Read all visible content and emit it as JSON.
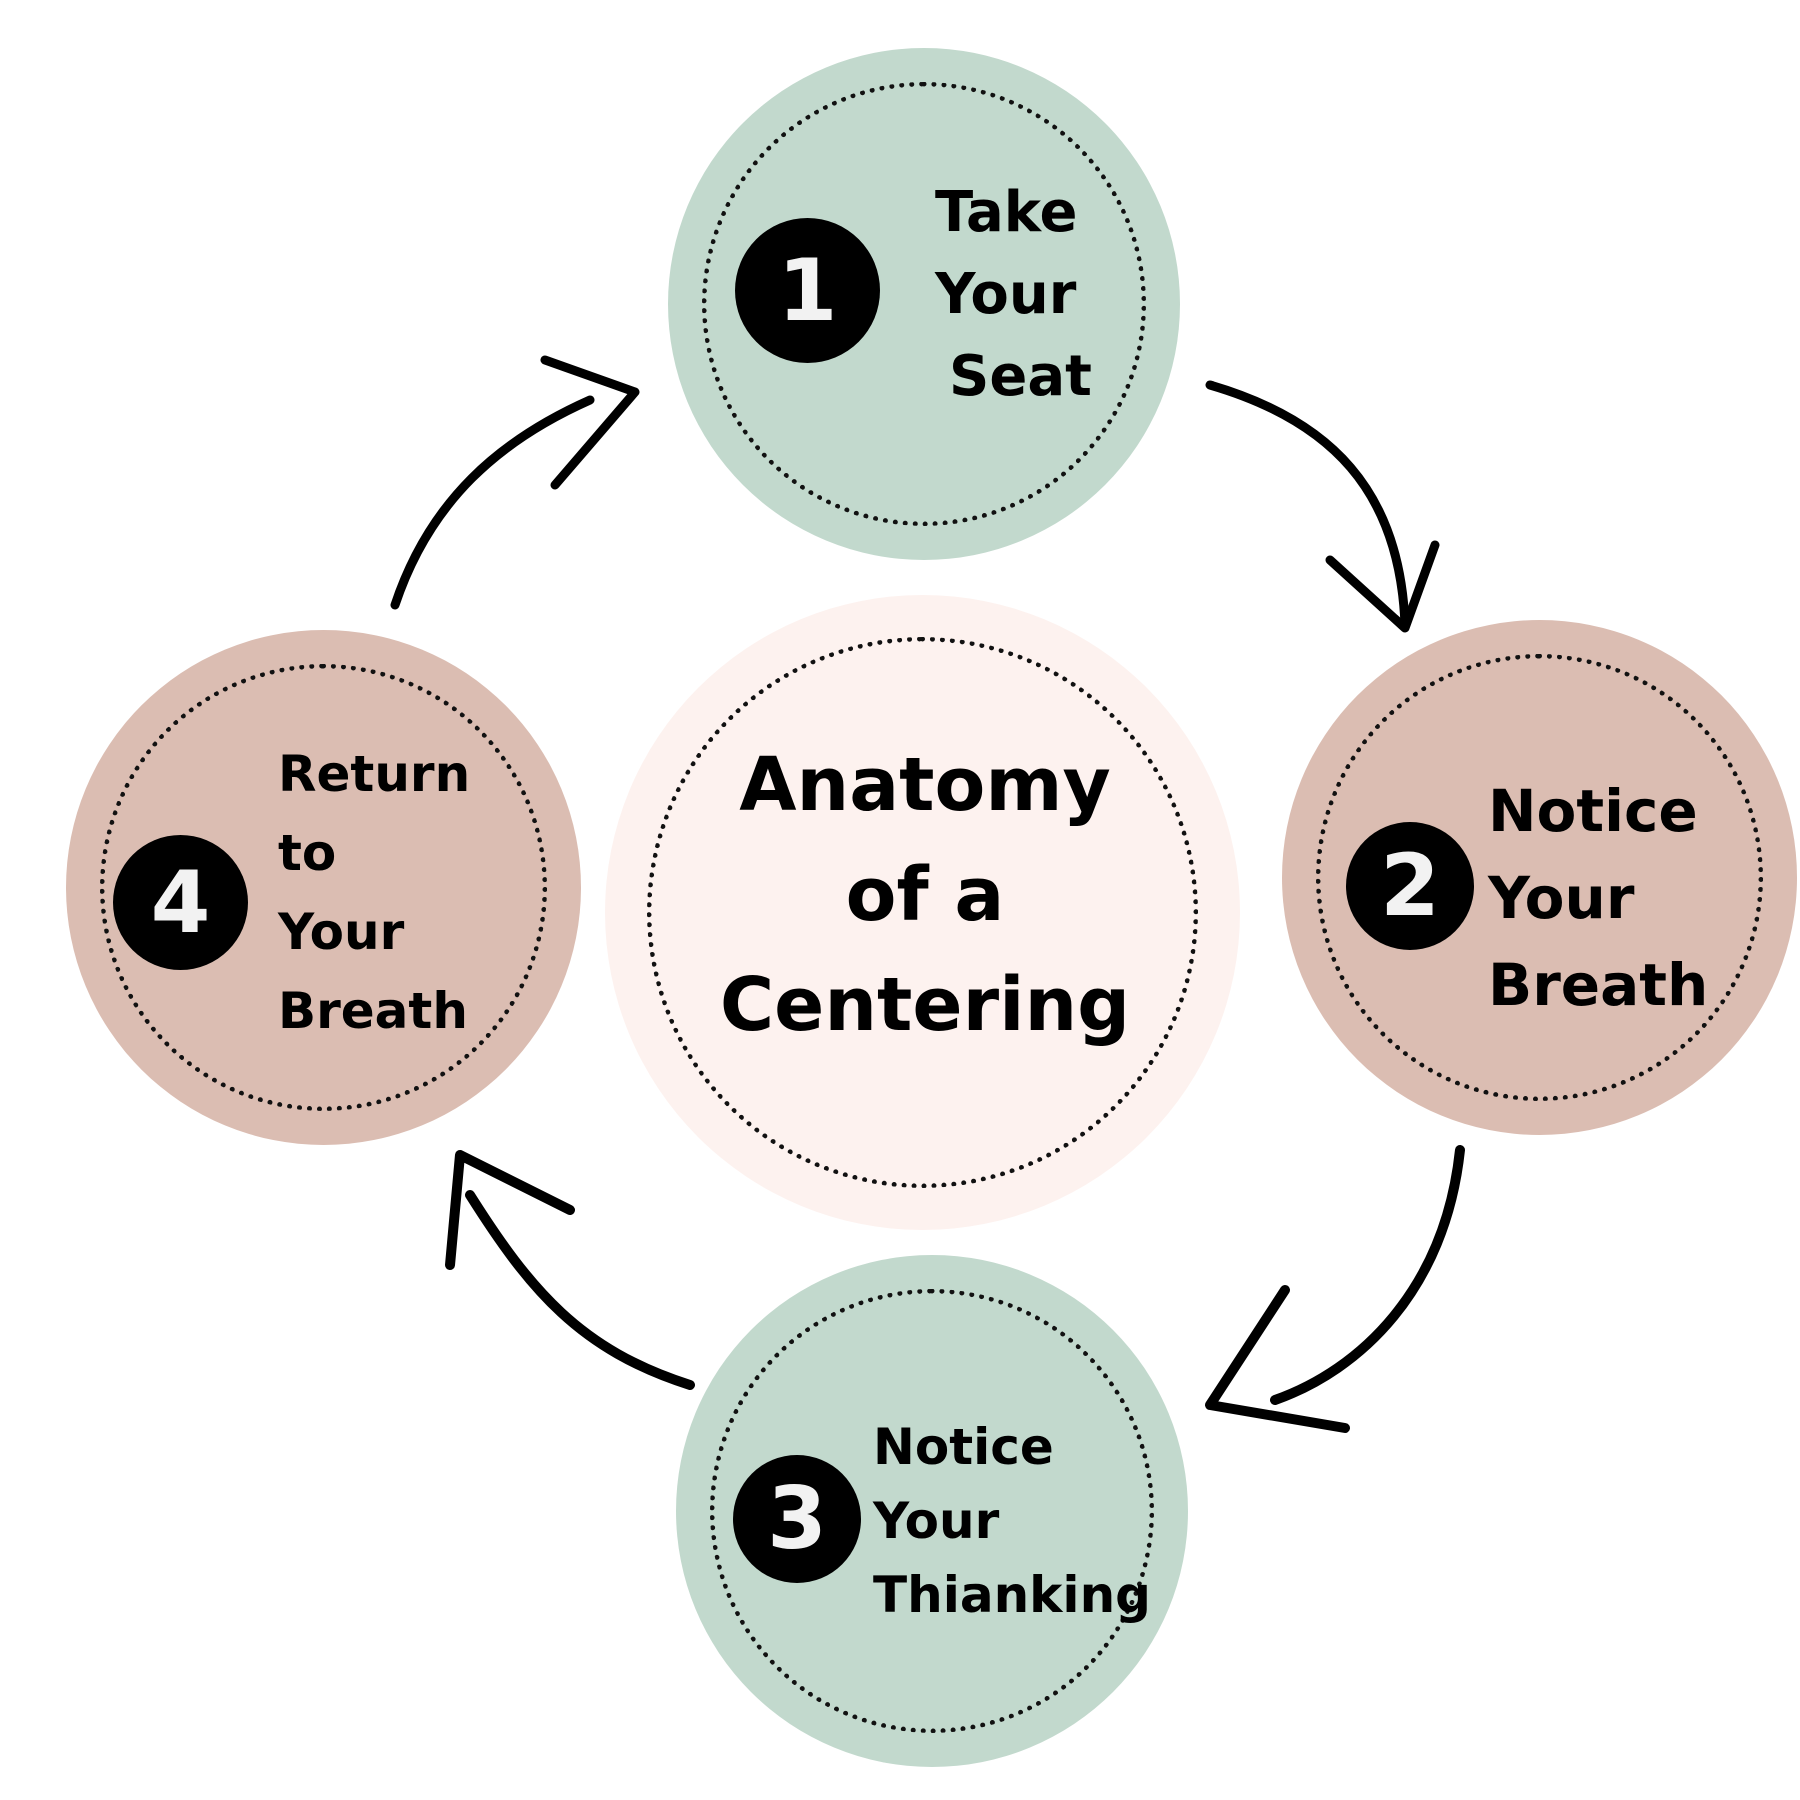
{
  "colors": {
    "sage": "#c2d9cd",
    "rose": "#dbbdb2",
    "blush": "#fdf2ef",
    "ink": "#000000",
    "badge_text": "#f2f2f2"
  },
  "center": {
    "lines": [
      "Anatomy",
      "of a",
      "Centering"
    ]
  },
  "steps": [
    {
      "number": "1",
      "lines": [
        "Take",
        "Your",
        "Seat"
      ]
    },
    {
      "number": "2",
      "lines": [
        "Notice",
        "Your",
        "Breath"
      ]
    },
    {
      "number": "3",
      "lines": [
        "Notice",
        "Your",
        "Thianking"
      ]
    },
    {
      "number": "4",
      "lines": [
        "Return",
        "to",
        "Your",
        "Breath"
      ]
    }
  ]
}
